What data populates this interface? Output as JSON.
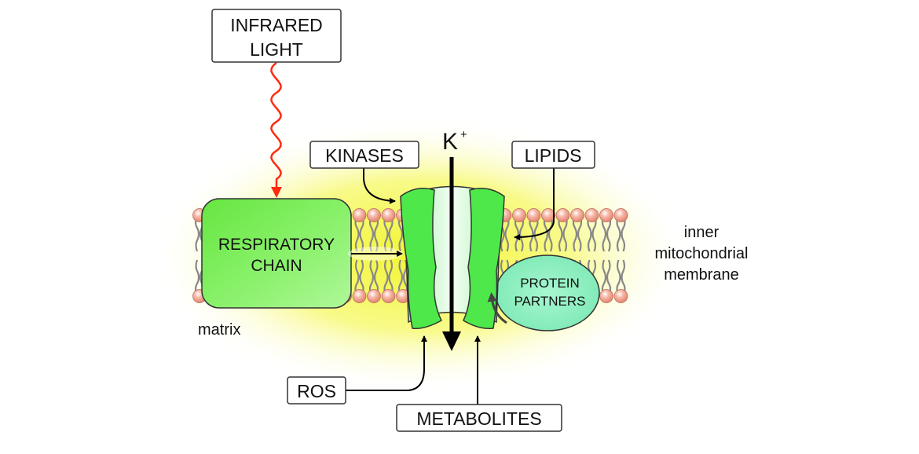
{
  "labels": {
    "infrared_line1": "INFRARED",
    "infrared_line2": "LIGHT",
    "kinases": "KINASES",
    "lipids": "LIPIDS",
    "ion": "K",
    "ion_charge": "+",
    "respiratory_line1": "RESPIRATORY",
    "respiratory_line2": "CHAIN",
    "protein_line1": "PROTEIN",
    "protein_line2": "PARTNERS",
    "matrix": "matrix",
    "membrane_line1": "inner",
    "membrane_line2": "mitochondrial",
    "membrane_line3": "membrane",
    "ros": "ROS",
    "metabolites": "METABOLITES"
  },
  "colors": {
    "light_wave": "#ff2a10",
    "channel": "#4ee84a",
    "respiratory": "#7aee55",
    "protein_partners": "#90f0c0",
    "glow": "#f4f74a",
    "lipid_head": "#f2a48e",
    "lipid_tail": "#888888"
  }
}
